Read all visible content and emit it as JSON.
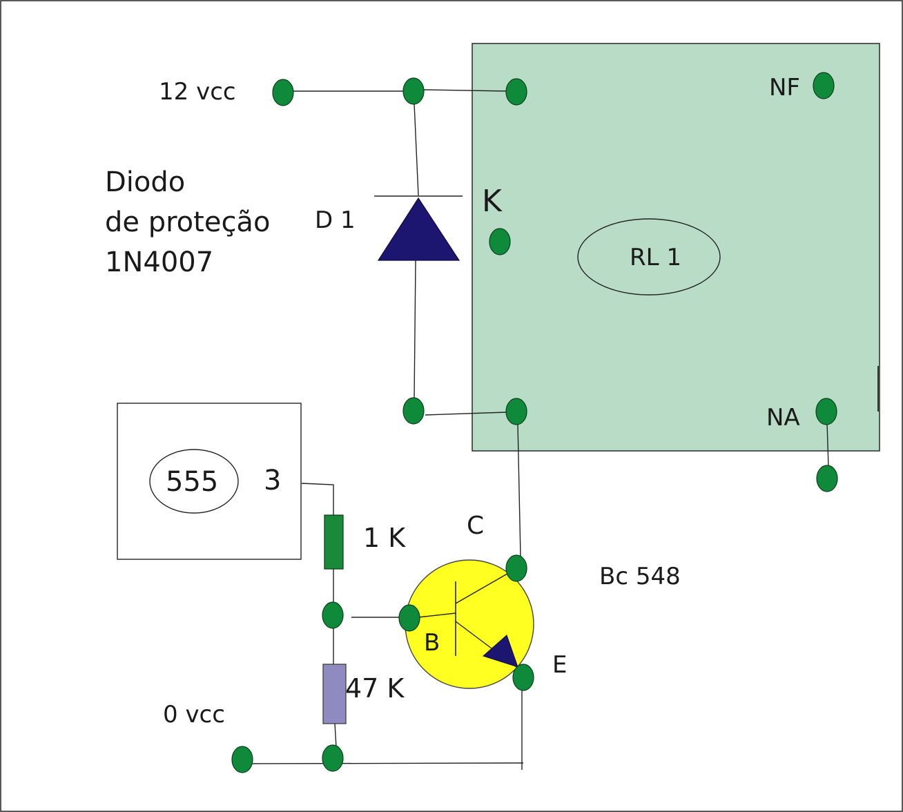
{
  "labels": {
    "supply_12v": "12 vcc",
    "supply_0v": "0 vcc",
    "diode_line1": "Diodo",
    "diode_line2": "de proteção",
    "diode_line3": "1N4007",
    "diode_ref": "D 1",
    "diode_cathode": "K",
    "relay_ref": "RL 1",
    "relay_nf": "NF",
    "relay_na": "NA",
    "ic_name": "555",
    "ic_pin": "3",
    "resistor_1k": "1 K",
    "resistor_47k": "47 K",
    "transistor_model": "Bc 548",
    "transistor_c": "C",
    "transistor_b": "B",
    "transistor_e": "E"
  },
  "colors": {
    "relay_fill": "#b8dcc6",
    "pad": "#0e8a3a",
    "diode": "#1c1670",
    "resistor_1k": "#1a8a3a",
    "resistor_47k": "#8f8bc1",
    "transistor_body": "#ffff22",
    "wire": "#222222"
  }
}
